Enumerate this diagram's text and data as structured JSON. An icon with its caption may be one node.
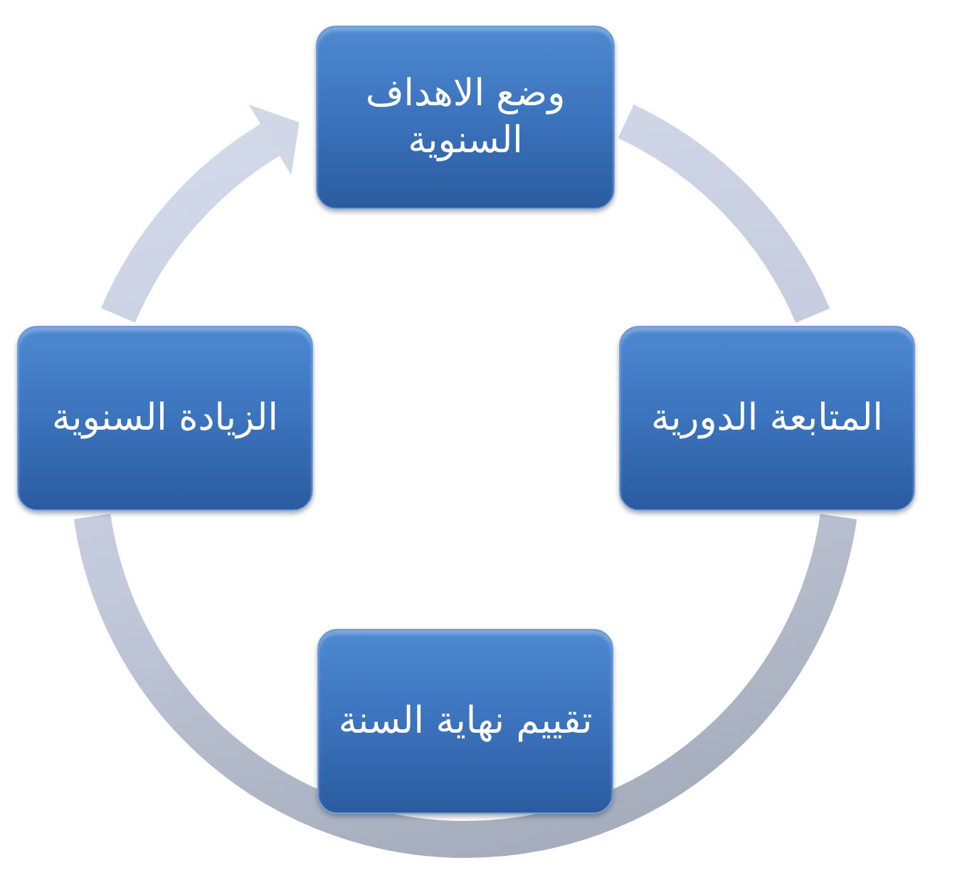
{
  "diagram": {
    "nodes": [
      {
        "text": [
          "وضع الاهداف السنوية"
        ]
      },
      {
        "text": [
          "المتابعة الدورية"
        ]
      },
      {
        "text": [
          "تقييم نهاية السنة"
        ]
      },
      {
        "text": [
          "الزيادة السنوية"
        ]
      }
    ],
    "edges": [
      {
        "from": 0,
        "to": 1,
        "arrow": "none"
      },
      {
        "from": 1,
        "to": 2,
        "arrow": "none"
      },
      {
        "from": 2,
        "to": 3,
        "arrow": "none"
      },
      {
        "from": 3,
        "to": 0,
        "arrow": "to"
      }
    ]
  }
}
